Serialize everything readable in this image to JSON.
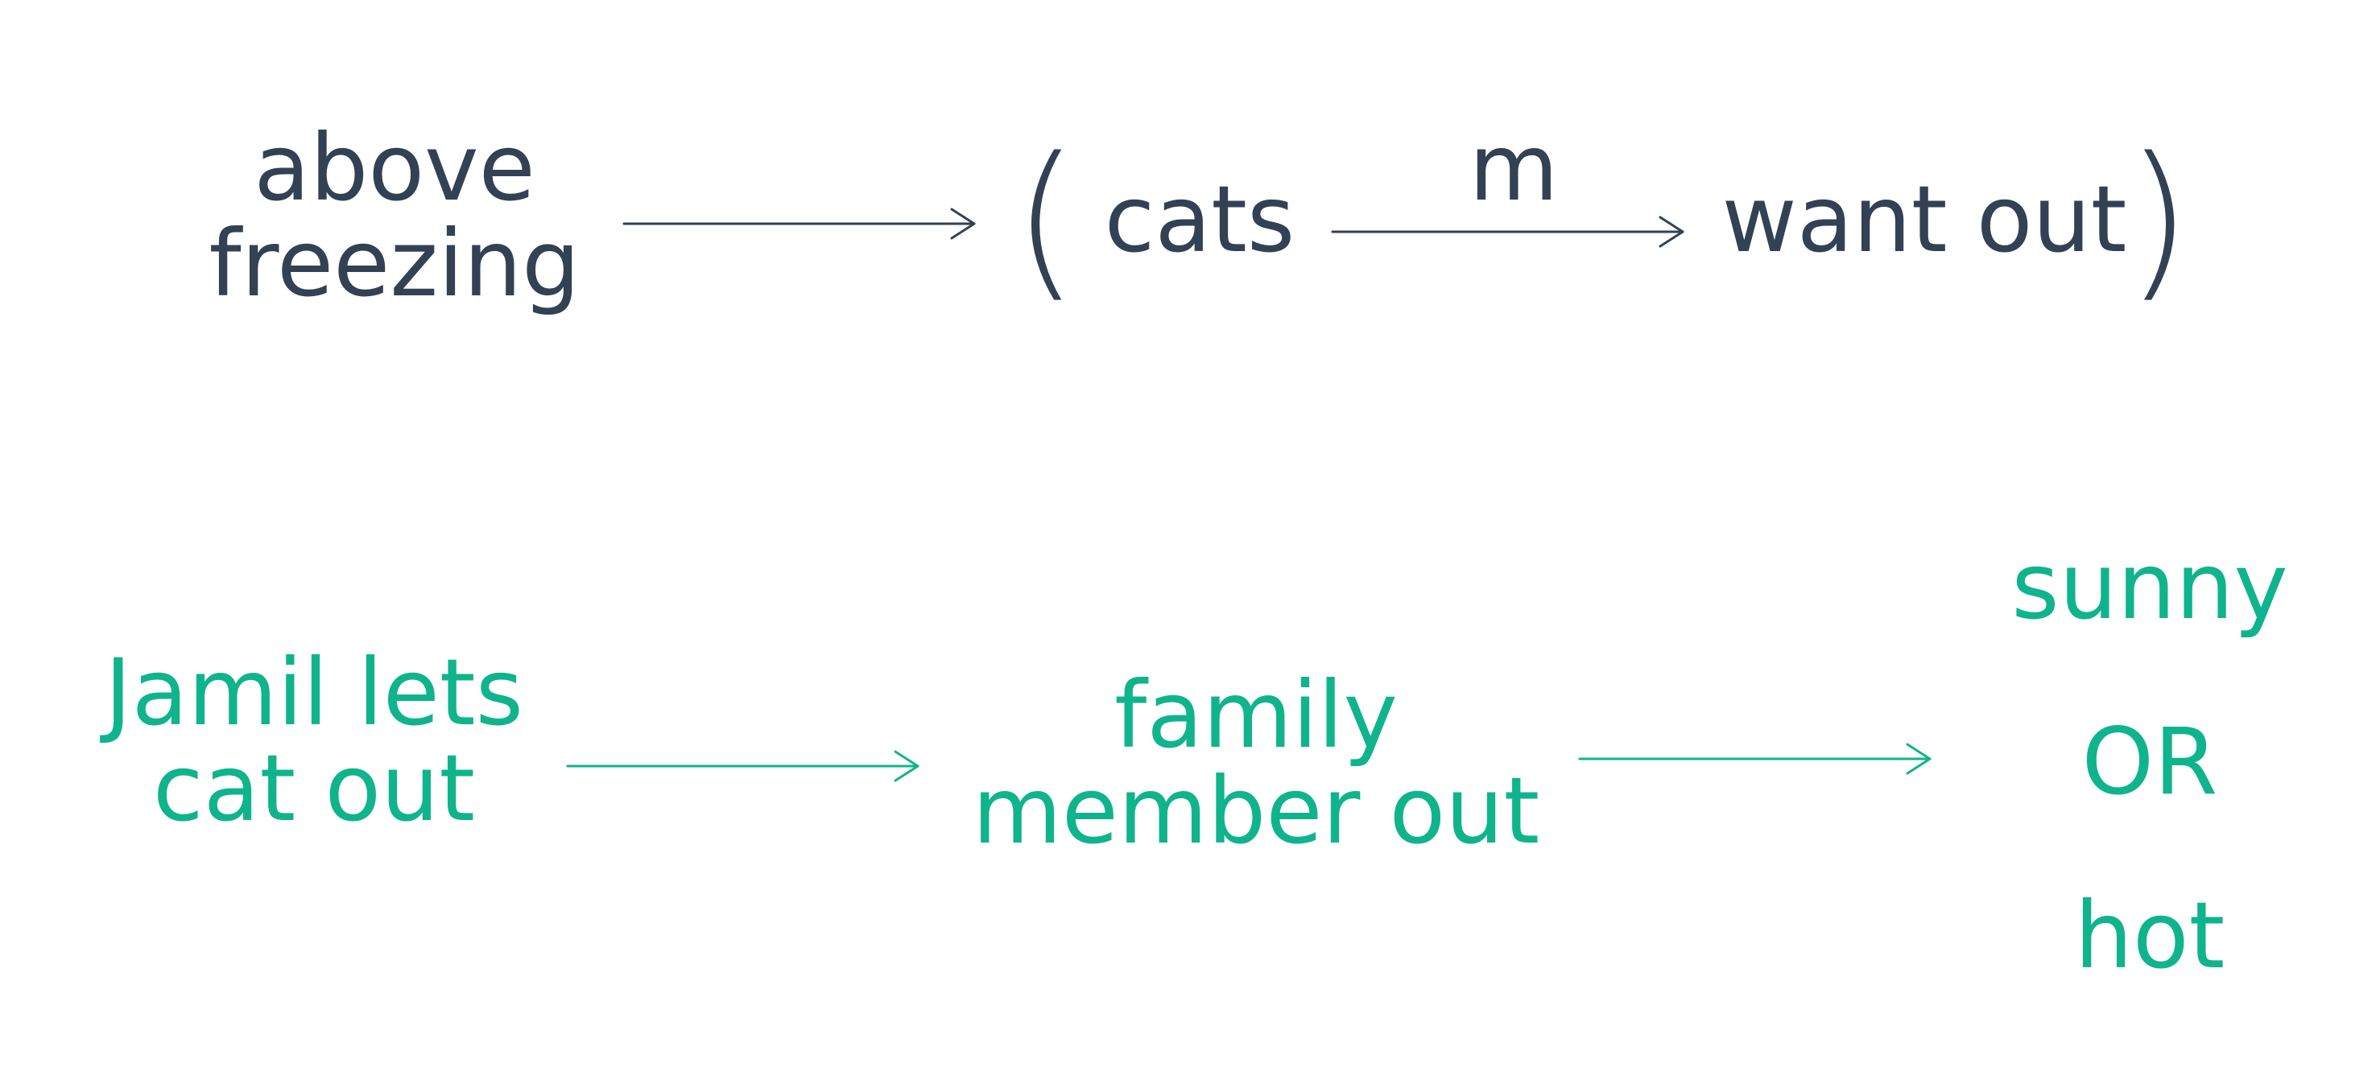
{
  "colors": {
    "dark": "#334155",
    "green": "#10b48c"
  },
  "top_row": {
    "above_line1": "above",
    "above_line2": "freezing",
    "paren_open": "(",
    "cats": "cats",
    "edge_label": "m",
    "want_out": "want out",
    "paren_close": ")"
  },
  "bottom_row": {
    "jamil_line1": "Jamil lets",
    "jamil_line2": "cat out",
    "family_line1": "family",
    "family_line2": "member out",
    "sunny": "sunny",
    "or": "OR",
    "hot": "hot"
  }
}
